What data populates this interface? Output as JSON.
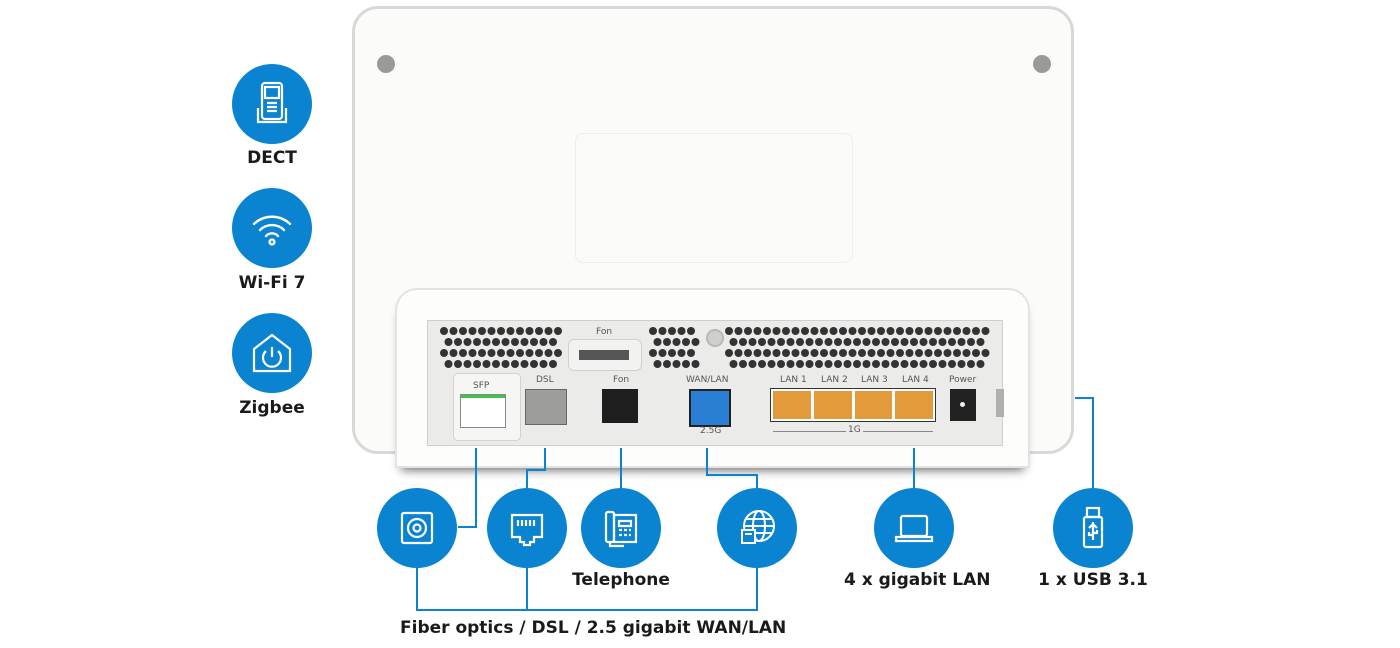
{
  "colors": {
    "accent": "#0a83d0",
    "lan_port": "#e39a3b",
    "wan_port": "#2a7fd4",
    "sfp_led": "#3cc44a"
  },
  "left_features": [
    {
      "icon": "dect-phone-icon",
      "label": "DECT"
    },
    {
      "icon": "wifi-icon",
      "label": "Wi-Fi 7"
    },
    {
      "icon": "zigbee-home-icon",
      "label": "Zigbee"
    }
  ],
  "device": {
    "panel_top_label": "Fon",
    "ports": {
      "sfp": "SFP",
      "dsl": "DSL",
      "fon": "Fon",
      "wan": "WAN/LAN",
      "wan_speed": "2.5G",
      "lan": [
        "LAN 1",
        "LAN 2",
        "LAN 3",
        "LAN 4"
      ],
      "lan_speed": "1G",
      "power": "Power"
    }
  },
  "bottom_features": [
    {
      "icon": "fiber-socket-icon",
      "label": ""
    },
    {
      "icon": "ethernet-port-icon",
      "label": ""
    },
    {
      "icon": "telephone-icon",
      "label": "Telephone"
    },
    {
      "icon": "globe-icon",
      "label": ""
    },
    {
      "icon": "laptop-icon",
      "label": "4 x gigabit LAN"
    },
    {
      "icon": "usb-stick-icon",
      "label": "1 x USB 3.1"
    }
  ],
  "group_caption": "Fiber optics / DSL / 2.5 gigabit WAN/LAN"
}
